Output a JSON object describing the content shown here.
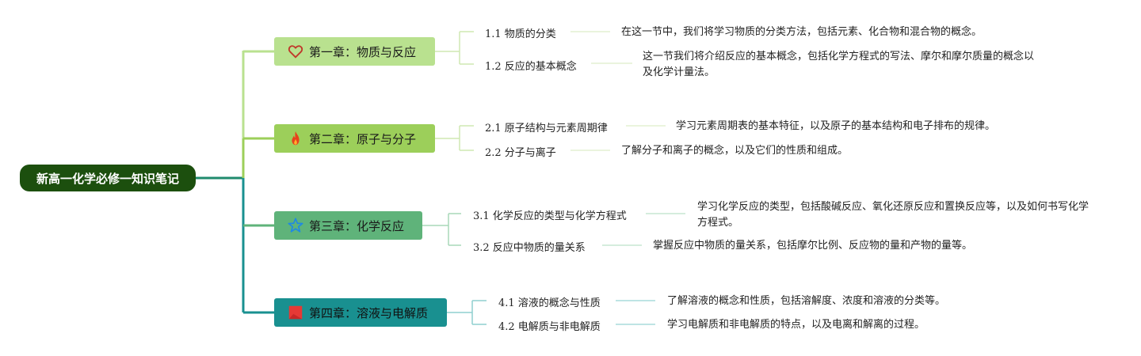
{
  "root": {
    "title": "新高一化学必修一知识笔记"
  },
  "chapters": [
    {
      "title": "第一章：物质与反应",
      "icon": "heart-icon",
      "color": "#b9e18f",
      "sections": [
        {
          "title": "1.1 物质的分类",
          "desc": "在这一节中，我们将学习物质的分类方法，包括元素、化合物和混合物的概念。"
        },
        {
          "title": "1.2 反应的基本概念",
          "desc": "这一节我们将介绍反应的基本概念，包括化学方程式的写法、摩尔和摩尔质量的概念以及化学计量法。"
        }
      ]
    },
    {
      "title": "第二章：原子与分子",
      "icon": "fire-icon",
      "color": "#9ccf5a",
      "sections": [
        {
          "title": "2.1 原子结构与元素周期律",
          "desc": "学习元素周期表的基本特征，以及原子的基本结构和电子排布的规律。"
        },
        {
          "title": "2.2 分子与离子",
          "desc": "了解分子和离子的概念，以及它们的性质和组成。"
        }
      ]
    },
    {
      "title": "第三章：化学反应",
      "icon": "star-icon",
      "color": "#5fb37a",
      "sections": [
        {
          "title": "3.1 化学反应的类型与化学方程式",
          "desc": "学习化学反应的类型，包括酸碱反应、氧化还原反应和置换反应等，以及如何书写化学方程式。"
        },
        {
          "title": "3.2 反应中物质的量关系",
          "desc": "掌握反应中物质的量关系，包括摩尔比例、反应物的量和产物的量等。"
        }
      ]
    },
    {
      "title": "第四章：溶液与电解质",
      "icon": "flag-icon",
      "color": "#199090",
      "sections": [
        {
          "title": "4.1 溶液的概念与性质",
          "desc": "了解溶液的概念和性质，包括溶解度、浓度和溶液的分类等。"
        },
        {
          "title": "4.2 电解质与非电解质",
          "desc": "学习电解质和非电解质的特点，以及电离和解离的过程。"
        }
      ]
    }
  ]
}
